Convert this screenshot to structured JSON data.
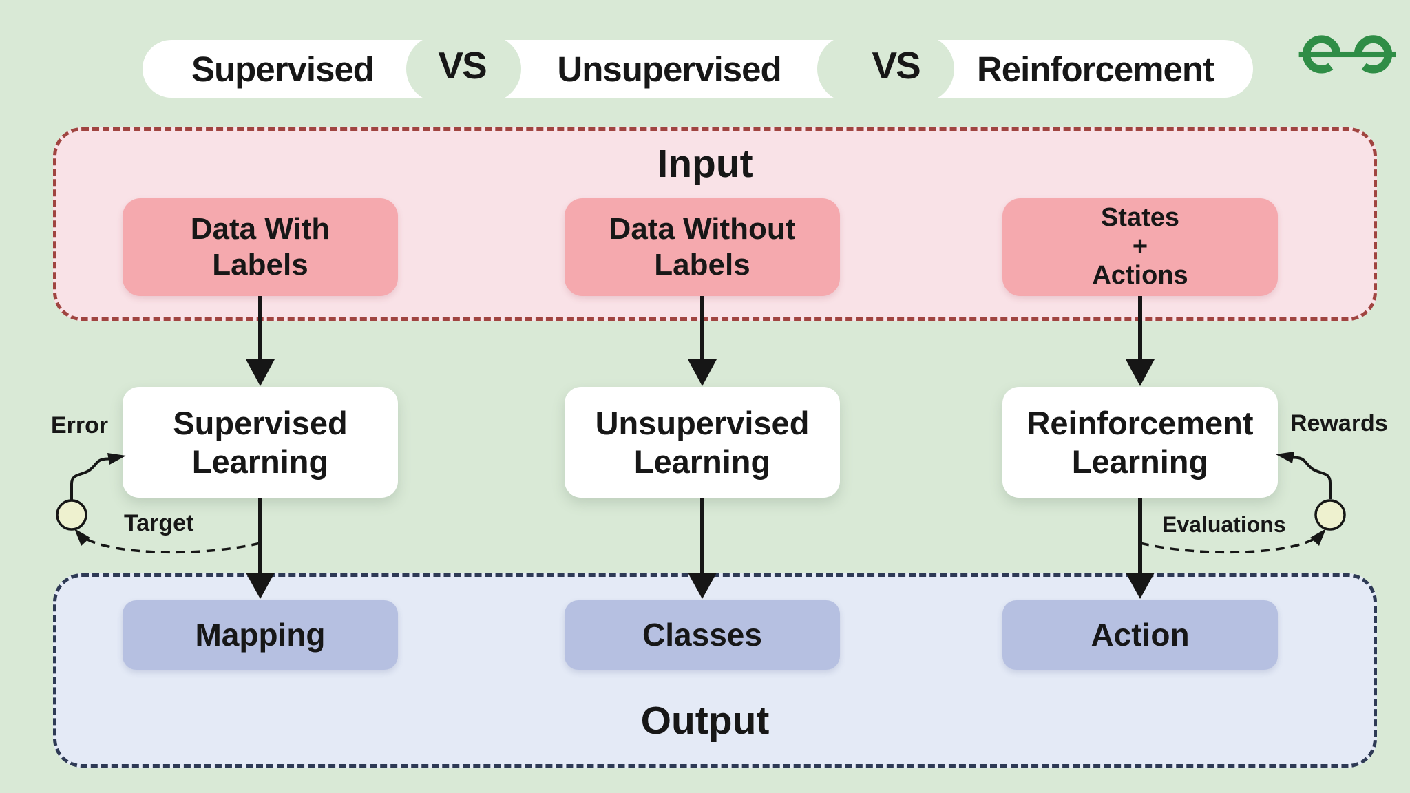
{
  "colors": {
    "page_bg": "#d9e9d6",
    "pill_bg": "#ffffff",
    "text": "#171717",
    "input_panel_bg": "#f9e2e7",
    "input_panel_border": "#a04440",
    "input_box_bg": "#f5a9ae",
    "output_panel_bg": "#e4eaf6",
    "output_panel_border": "#2e3a55",
    "output_box_bg": "#b6c0e1",
    "process_box_bg": "#ffffff",
    "arrow": "#161616",
    "node_fill": "#eef1cf",
    "logo_green": "#2f8d46"
  },
  "icons": {
    "logo": "geeksforgeeks-logo"
  },
  "header": {
    "pill_labels": [
      "Supervised",
      "Unsupervised",
      "Reinforcement"
    ],
    "vs_label": "VS"
  },
  "input_section": {
    "title": "Input",
    "boxes": [
      "Data With\nLabels",
      "Data Without\nLabels",
      "States\n+\nActions"
    ]
  },
  "process_row": {
    "boxes": [
      "Supervised\nLearning",
      "Unsupervised\nLearning",
      "Reinforcement\nLearning"
    ]
  },
  "output_section": {
    "title": "Output",
    "boxes": [
      "Mapping",
      "Classes",
      "Action"
    ]
  },
  "feedback_left": {
    "error_label": "Error",
    "target_label": "Target"
  },
  "feedback_right": {
    "rewards_label": "Rewards",
    "evaluations_label": "Evaluations"
  }
}
